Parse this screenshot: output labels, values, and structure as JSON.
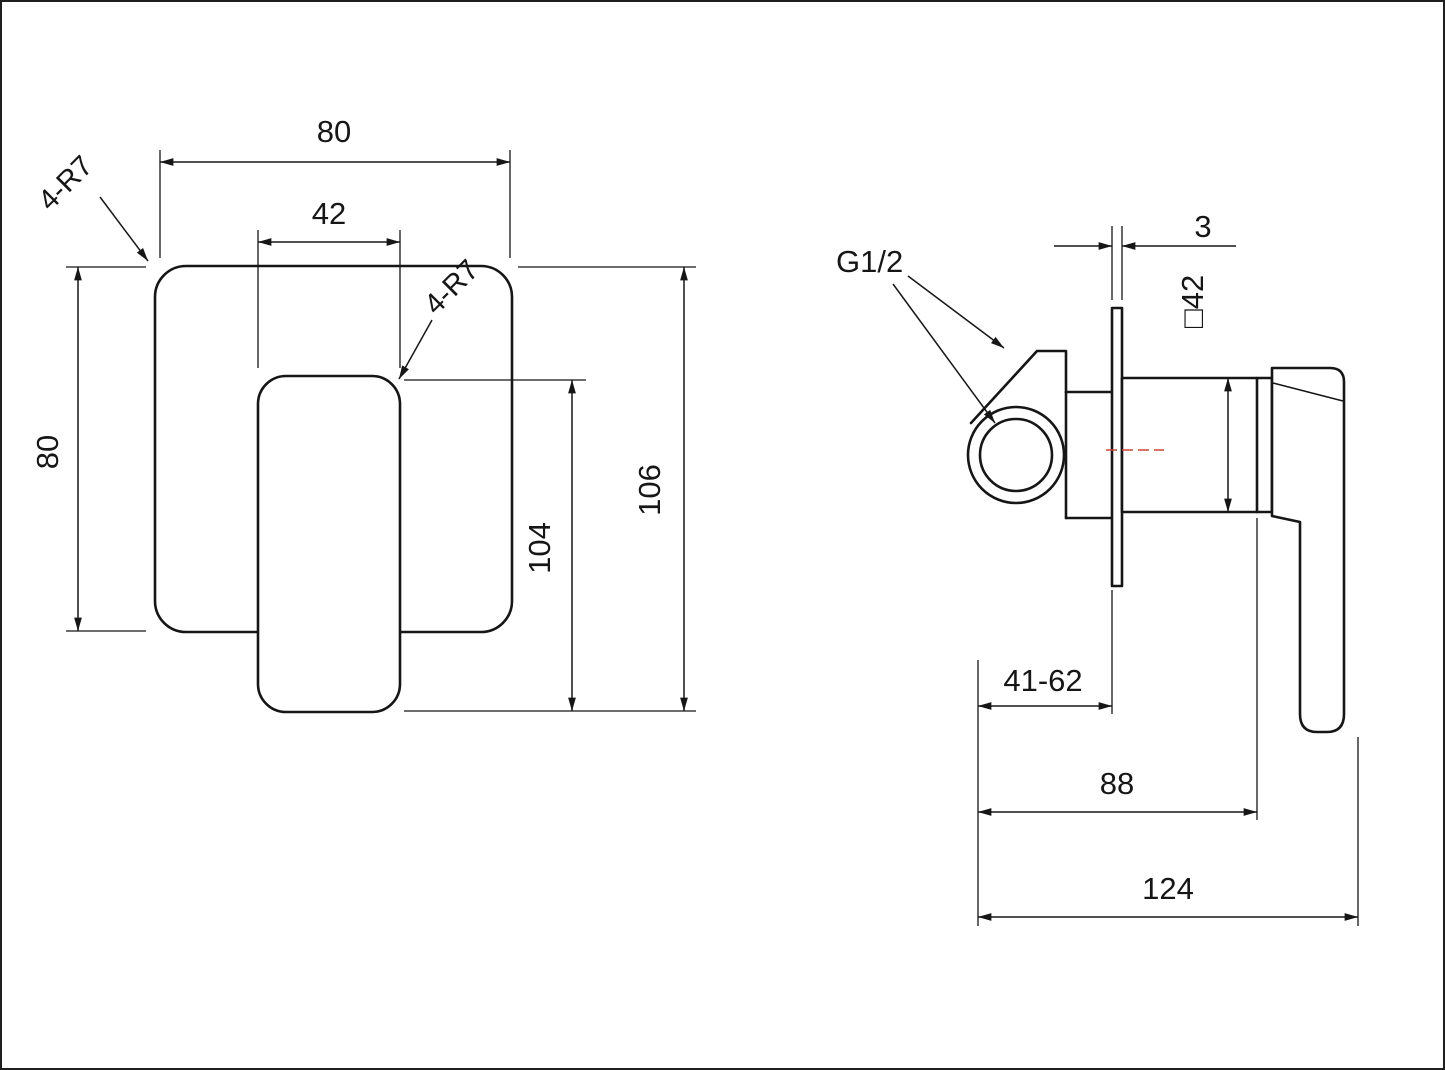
{
  "drawing": {
    "colors": {
      "line": "#161616",
      "centerline_red": "#cf4438",
      "background": "#ffffff"
    },
    "front": {
      "plate_width": "80",
      "handle_width": "42",
      "plate_corner_radius": "4-R7",
      "handle_corner_radius": "4-R7",
      "plate_height": "80",
      "handle_height": "104",
      "overall_height": "106"
    },
    "side": {
      "thread_label": "G1/2",
      "plate_thickness": "3",
      "square_section": "□42",
      "install_depth_range": "41-62",
      "depth_to_sleeve": "88",
      "overall_depth": "124"
    }
  }
}
